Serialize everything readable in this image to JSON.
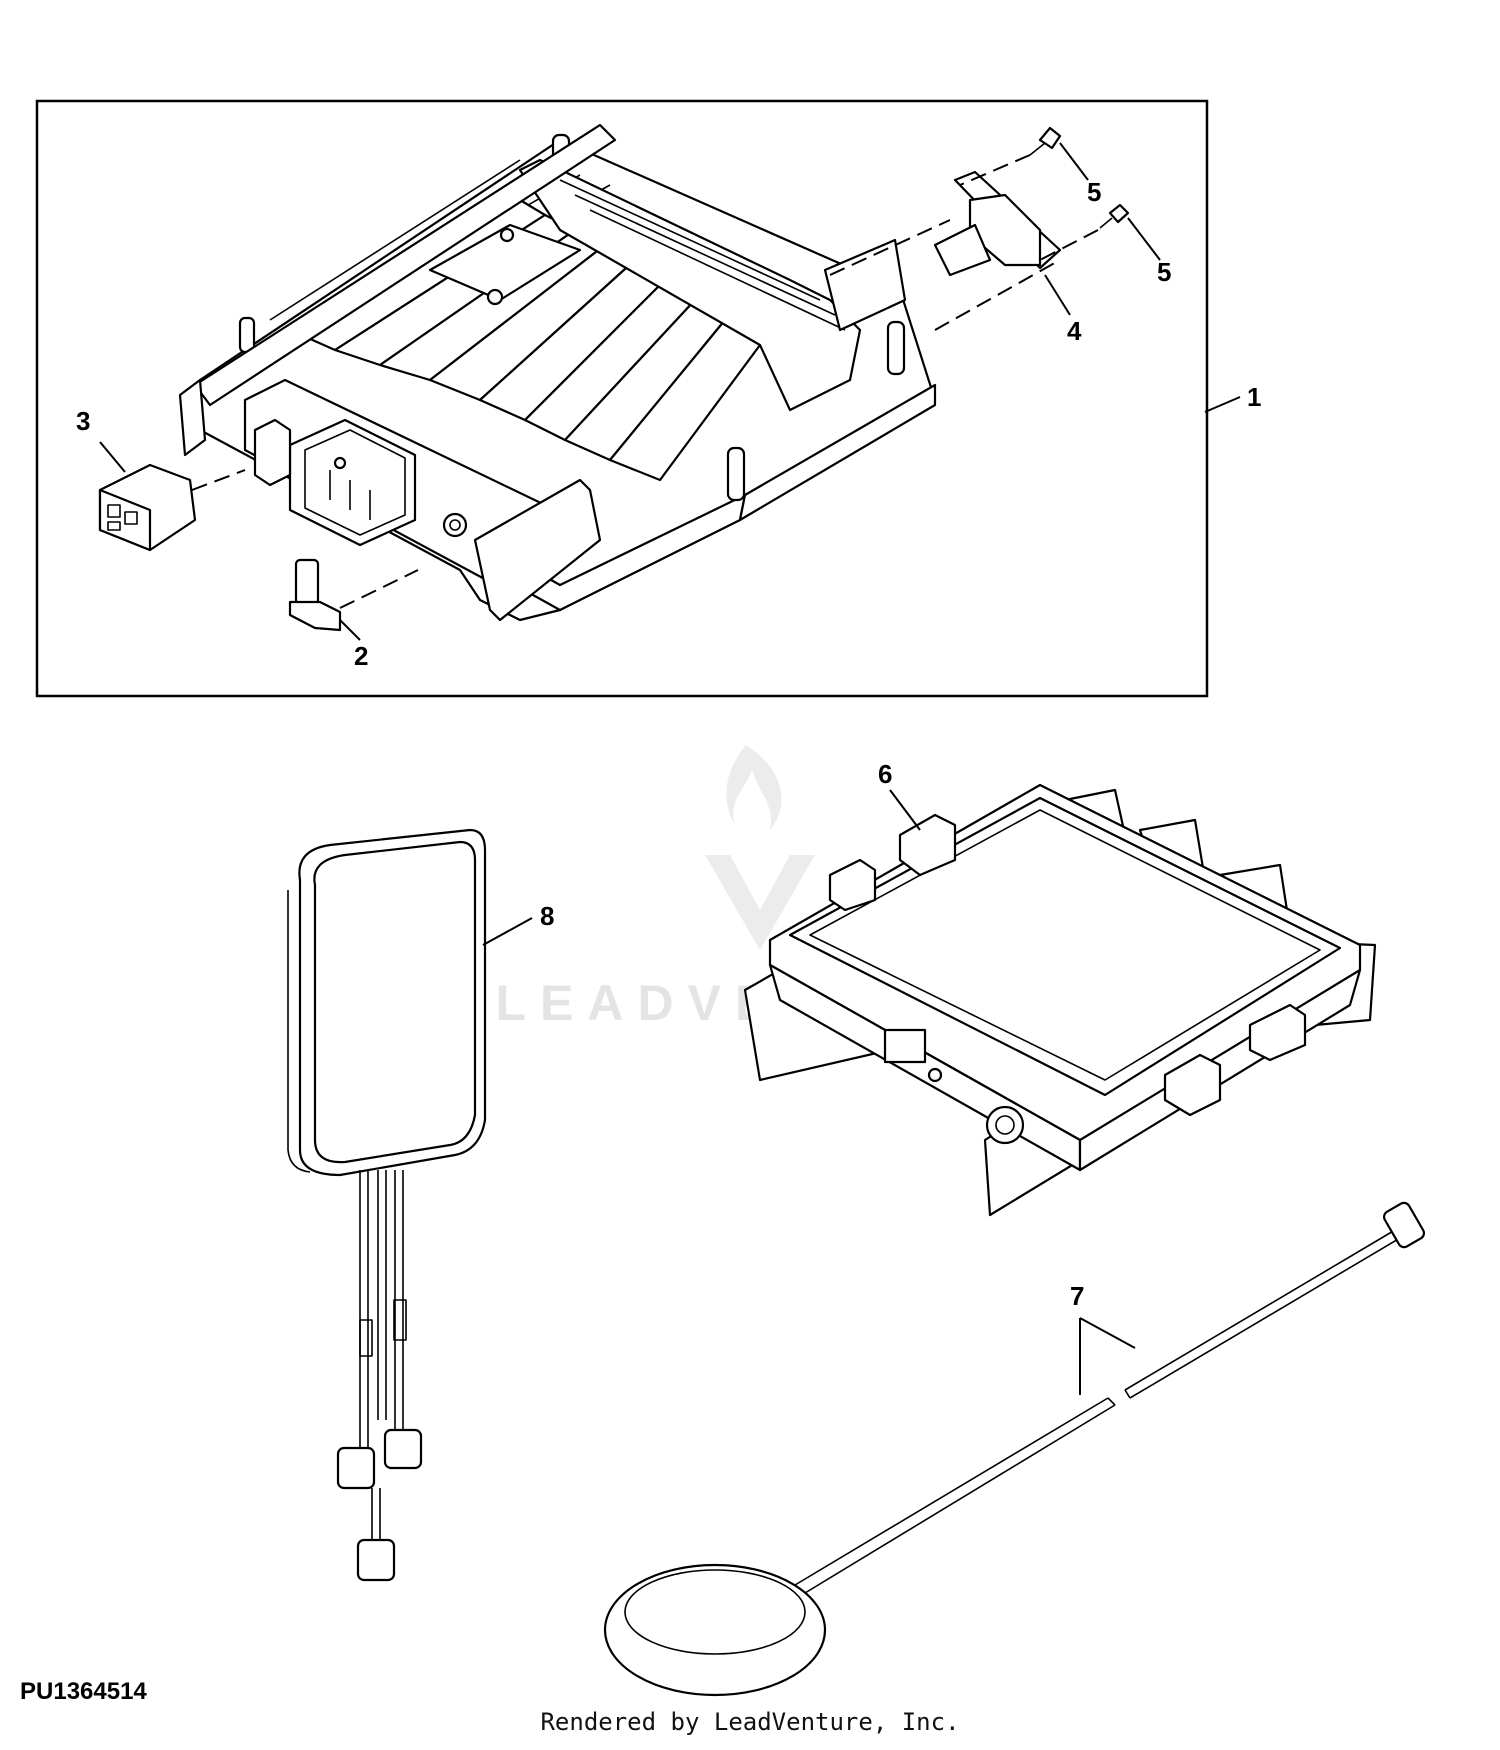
{
  "callouts": {
    "c1": "1",
    "c2": "2",
    "c3": "3",
    "c4": "4",
    "c5a": "5",
    "c5b": "5",
    "c6": "6",
    "c7": "7",
    "c8": "8"
  },
  "watermark": "LEADVENTURE",
  "figure_id": "PU1364514",
  "credit": "Rendered by LeadVenture, Inc."
}
